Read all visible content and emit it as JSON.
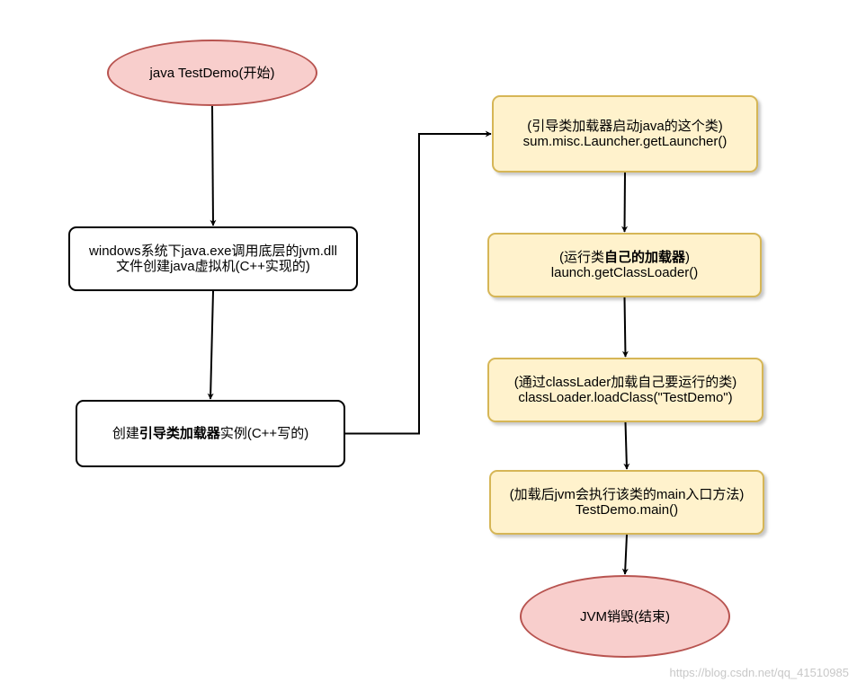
{
  "colors": {
    "terminal_fill": "#f8cecc",
    "terminal_stroke": "#b85450",
    "process_fill": "#fff2cc",
    "process_stroke": "#d6b656",
    "plain_fill": "#ffffff",
    "plain_stroke": "#000000",
    "connector": "#000000"
  },
  "nodes": {
    "start": {
      "text": "java TestDemo(开始)"
    },
    "create_jvm": {
      "line1": "windows系统下java.exe调用底层的jvm.dll",
      "line2": "文件创建java虚拟机(C++实现的)"
    },
    "bootstrap": {
      "pre": "创建",
      "bold": "引导类加载器",
      "post": "实例(C++写的)"
    },
    "launcher": {
      "line1": "(引导类加载器启动java的这个类)",
      "line2": "sum.misc.Launcher.getLauncher()"
    },
    "get_loader": {
      "pre": "(运行类",
      "bold": "自己的加载器",
      "post": ")",
      "line2": "launch.getClassLoader()"
    },
    "load_class": {
      "line1": "(通过classLader加载自己要运行的类)",
      "line2": "classLoader.loadClass(\"TestDemo\")"
    },
    "main": {
      "line1": "(加载后jvm会执行该类的main入口方法)",
      "line2": "TestDemo.main()"
    },
    "end": {
      "text": "JVM销毁(结束)"
    }
  },
  "edges": [
    {
      "from": "start",
      "to": "create_jvm"
    },
    {
      "from": "create_jvm",
      "to": "bootstrap"
    },
    {
      "from": "bootstrap",
      "to": "launcher"
    },
    {
      "from": "launcher",
      "to": "get_loader"
    },
    {
      "from": "get_loader",
      "to": "load_class"
    },
    {
      "from": "load_class",
      "to": "main"
    },
    {
      "from": "main",
      "to": "end"
    }
  ],
  "watermark": "https://blog.csdn.net/qq_41510985"
}
